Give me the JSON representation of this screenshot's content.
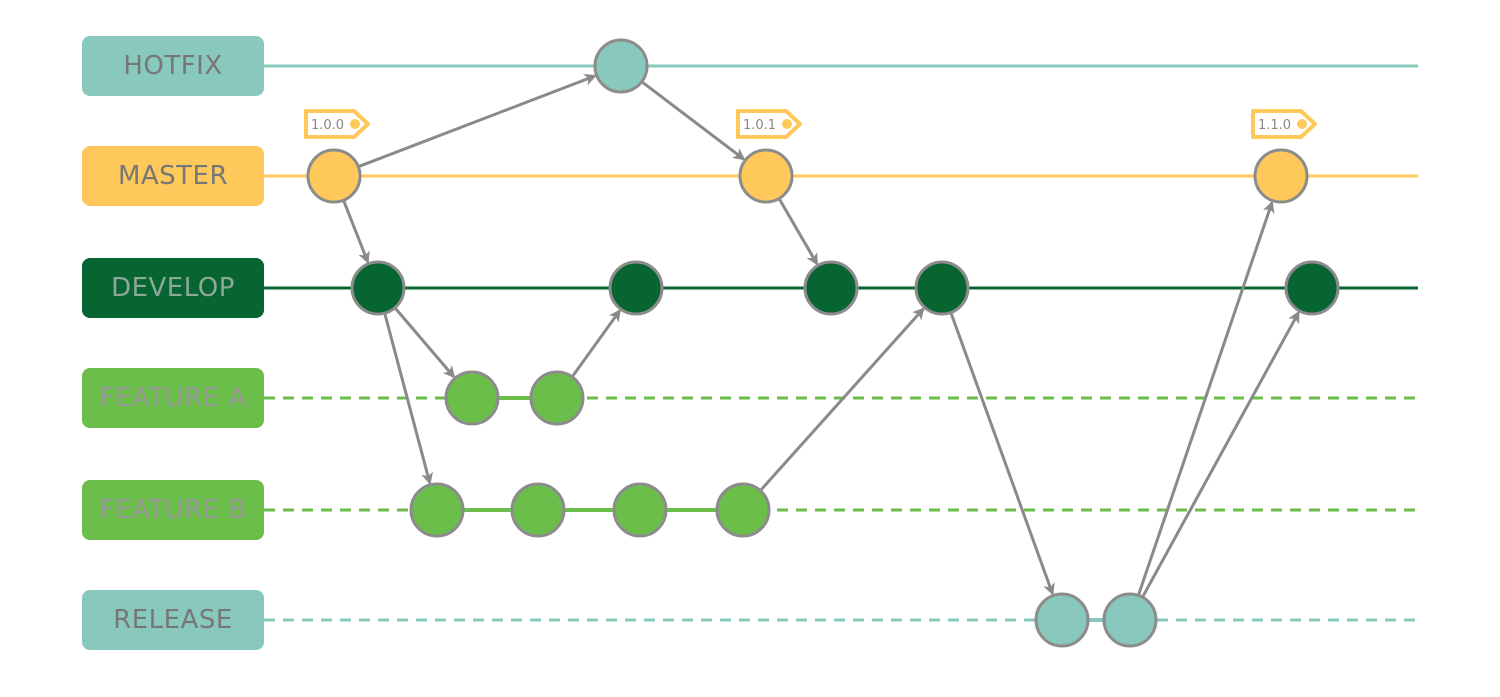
{
  "colors": {
    "hotfix": "#88c8bd",
    "master": "#fec85a",
    "develop": "#076532",
    "feature": "#6cbe4b",
    "release": "#88c8bd",
    "arrow": "#8a8a8a",
    "node_stroke": "#8c8c8c",
    "text_gray": "#888888",
    "tag_fill": "#ffffff",
    "tag_stroke": "#fec85a"
  },
  "branches": [
    {
      "id": "hotfix",
      "label": "HOTFIX",
      "line_style": "solid",
      "label_text_color": "#777777"
    },
    {
      "id": "master",
      "label": "MASTER",
      "line_style": "solid",
      "label_text_color": "#777777"
    },
    {
      "id": "develop",
      "label": "DEVELOP",
      "line_style": "solid",
      "label_text_color": "#8ca896"
    },
    {
      "id": "feature-a",
      "label": "FEATURE A",
      "line_style": "dashed",
      "label_text_color": "#999999"
    },
    {
      "id": "feature-b",
      "label": "FEATURE B",
      "line_style": "dashed",
      "label_text_color": "#999999"
    },
    {
      "id": "release",
      "label": "RELEASE",
      "line_style": "dashed",
      "label_text_color": "#777777"
    }
  ],
  "tags": [
    {
      "text": "1.0.0",
      "commit": "m1"
    },
    {
      "text": "1.0.1",
      "commit": "m2"
    },
    {
      "text": "1.1.0",
      "commit": "m3"
    }
  ],
  "commits": [
    {
      "id": "h1",
      "branch": "hotfix"
    },
    {
      "id": "m1",
      "branch": "master"
    },
    {
      "id": "m2",
      "branch": "master"
    },
    {
      "id": "m3",
      "branch": "master"
    },
    {
      "id": "d1",
      "branch": "develop"
    },
    {
      "id": "d2",
      "branch": "develop"
    },
    {
      "id": "d3",
      "branch": "develop"
    },
    {
      "id": "d4",
      "branch": "develop"
    },
    {
      "id": "d5",
      "branch": "develop"
    },
    {
      "id": "fa1",
      "branch": "feature-a"
    },
    {
      "id": "fa2",
      "branch": "feature-a"
    },
    {
      "id": "fb1",
      "branch": "feature-b"
    },
    {
      "id": "fb2",
      "branch": "feature-b"
    },
    {
      "id": "fb3",
      "branch": "feature-b"
    },
    {
      "id": "fb4",
      "branch": "feature-b"
    },
    {
      "id": "r1",
      "branch": "release"
    },
    {
      "id": "r2",
      "branch": "release"
    }
  ],
  "links": [
    {
      "from": "m1",
      "to": "h1"
    },
    {
      "from": "h1",
      "to": "m2"
    },
    {
      "from": "m1",
      "to": "d1"
    },
    {
      "from": "m2",
      "to": "d3"
    },
    {
      "from": "d1",
      "to": "fa1"
    },
    {
      "from": "d1",
      "to": "fb1"
    },
    {
      "from": "fa2",
      "to": "d2"
    },
    {
      "from": "fb4",
      "to": "d4"
    },
    {
      "from": "d4",
      "to": "r1"
    },
    {
      "from": "r2",
      "to": "m3"
    },
    {
      "from": "r2",
      "to": "d5"
    }
  ]
}
